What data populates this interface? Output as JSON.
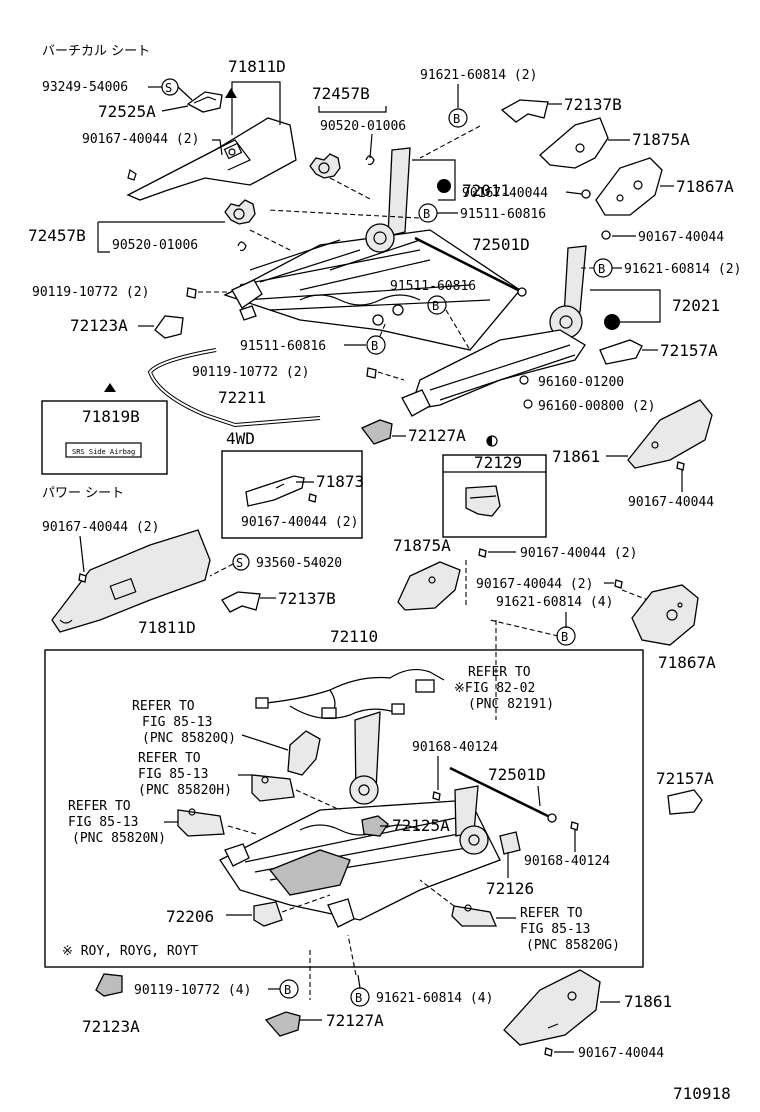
{
  "diagram_id": "710918",
  "sections": {
    "vertical_seat": "バーチカル シート",
    "power_seat": "パワー シート",
    "four_wd": "4WD",
    "note": "※ ROY, ROYG, ROYT"
  },
  "symbols": {
    "s": "S",
    "b": "B"
  },
  "labels": {
    "p93249_54006": "93249-54006",
    "p71811D_a": "71811D",
    "p72525A": "72525A",
    "p90167_40044_2a": "90167-40044 (2)",
    "p72457B_a": "72457B",
    "p90520_01006_a": "90520-01006",
    "p91621_60814_2a": "91621-60814 (2)",
    "p72137B_a": "72137B",
    "p71875A_a": "71875A",
    "p72011": "72011",
    "p90167_40044_a": "90167-40044",
    "p91511_60816_a": "91511-60816",
    "p71867A_a": "71867A",
    "p90167_40044_b": "90167-40044",
    "p72457B_b": "72457B",
    "p90520_01006_b": "90520-01006",
    "p72501D_a": "72501D",
    "p91621_60814_2b": "91621-60814 (2)",
    "p90119_10772_2a": "90119-10772 (2)",
    "p91511_60816_b": "91511-60816",
    "p72021": "72021",
    "p72123A_a": "72123A",
    "p91511_60816_c": "91511-60816",
    "p72157A_a": "72157A",
    "p90119_10772_2b": "90119-10772 (2)",
    "p96160_01200": "96160-01200",
    "p71819B": "71819B",
    "p72211": "72211",
    "p96160_00800_2": "96160-00800 (2)",
    "p72127A_a": "72127A",
    "p72129": "72129",
    "p71861_a": "71861",
    "p71873": "71873",
    "p90167_40044_2b": "90167-40044 (2)",
    "p90167_40044_c": "90167-40044",
    "p90167_40044_2c": "90167-40044 (2)",
    "p93560_54020": "93560-54020",
    "p71875A_b": "71875A",
    "p90167_40044_2d": "90167-40044 (2)",
    "p90167_40044_2e": "90167-40044 (2)",
    "p72137B_b": "72137B",
    "p91621_60814_4a": "91621-60814 (4)",
    "p71811D_b": "71811D",
    "p71867A_b": "71867A",
    "p72110": "72110",
    "refer_82_02": [
      "REFER TO",
      "※FIG 82-02",
      "(PNC 82191)"
    ],
    "refer_85820Q": [
      "REFER TO",
      "FIG 85-13",
      "(PNC 85820Q)"
    ],
    "refer_85820H": [
      "REFER TO",
      "FIG 85-13",
      "(PNC 85820H)"
    ],
    "refer_85820N": [
      "REFER TO",
      "FIG 85-13",
      "(PNC 85820N)"
    ],
    "refer_85820G": [
      "REFER TO",
      "FIG 85-13",
      "(PNC 85820G)"
    ],
    "p90168_40124_a": "90168-40124",
    "p72501D_b": "72501D",
    "p72157A_b": "72157A",
    "p72125A": "72125A",
    "p90168_40124_b": "90168-40124",
    "p72126": "72126",
    "p72206": "72206",
    "p90119_10772_4": "90119-10772 (4)",
    "p91621_60814_4b": "91621-60814 (4)",
    "p71861_b": "71861",
    "p72123A_b": "72123A",
    "p72127A_b": "72127A",
    "p90167_40044_d": "90167-40044"
  },
  "label_text": {
    "sticker": "SRS Side Airbag"
  }
}
